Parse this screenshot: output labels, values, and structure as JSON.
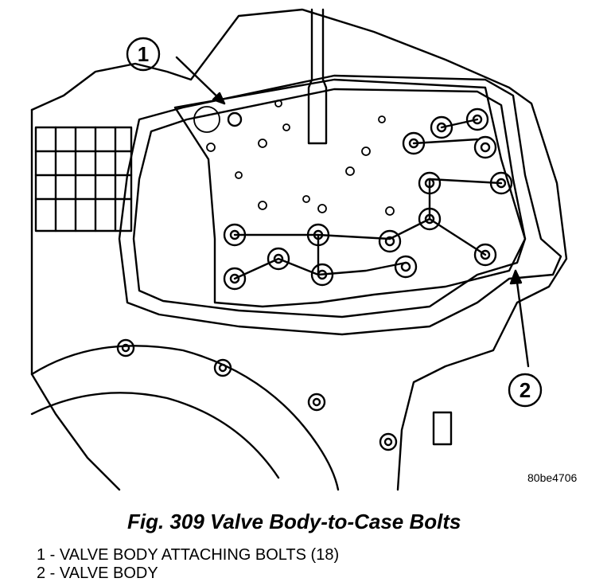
{
  "figure": {
    "callouts": [
      {
        "number": "1"
      },
      {
        "number": "2"
      }
    ],
    "image_code": "80be4706"
  },
  "caption": "Fig. 309 Valve Body-to-Case Bolts",
  "legend": [
    {
      "number": "1",
      "separator": " - ",
      "text": "VALVE BODY ATTACHING BOLTS (18)"
    },
    {
      "number": "2",
      "separator": " - ",
      "text": "VALVE BODY"
    }
  ]
}
